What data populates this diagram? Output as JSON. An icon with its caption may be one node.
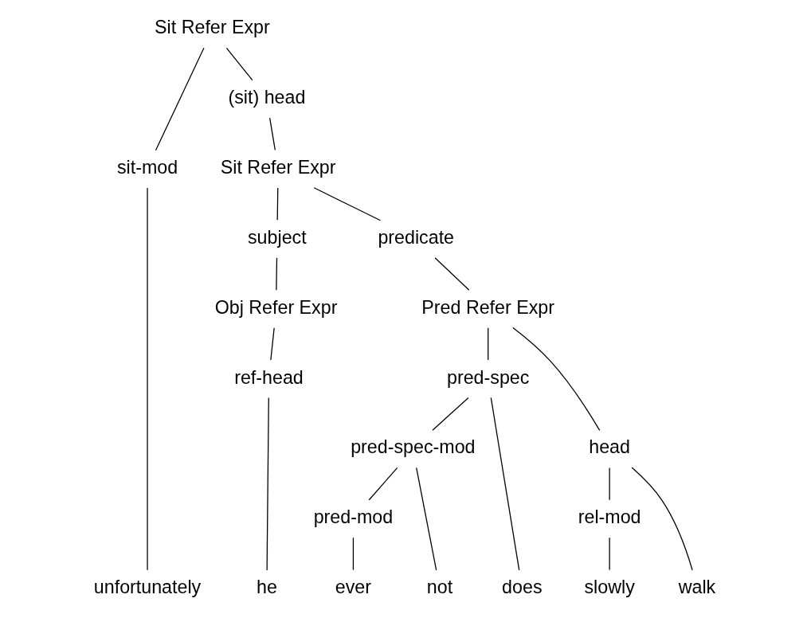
{
  "diagram": {
    "nodes": [
      {
        "text": [
          "Sit Refer Expr"
        ]
      },
      {
        "text": [
          "sit-mod"
        ]
      },
      {
        "text": [
          "(sit) head"
        ]
      },
      {
        "text": [
          "Sit Refer Expr"
        ]
      },
      {
        "text": [
          "subject"
        ]
      },
      {
        "text": [
          "predicate"
        ]
      },
      {
        "text": [
          "Obj Refer Expr"
        ]
      },
      {
        "text": [
          "Pred Refer Expr"
        ]
      },
      {
        "text": [
          "ref-head"
        ]
      },
      {
        "text": [
          "pred-spec"
        ]
      },
      {
        "text": [
          "head"
        ]
      },
      {
        "text": [
          "pred-spec-mod"
        ]
      },
      {
        "text": [
          "pred-mod"
        ]
      },
      {
        "text": [
          "rel-mod"
        ]
      },
      {
        "text": [
          "unfortunately"
        ]
      },
      {
        "text": [
          "he"
        ]
      },
      {
        "text": [
          "does"
        ]
      },
      {
        "text": [
          "not"
        ]
      },
      {
        "text": [
          "ever"
        ]
      },
      {
        "text": [
          "walk"
        ]
      },
      {
        "text": [
          "slowly"
        ]
      }
    ],
    "edges": [
      {
        "from": 0,
        "to": 1,
        "arrow": "none"
      },
      {
        "from": 0,
        "to": 2,
        "arrow": "none"
      },
      {
        "from": 2,
        "to": 3,
        "arrow": "none"
      },
      {
        "from": 3,
        "to": 4,
        "arrow": "none"
      },
      {
        "from": 3,
        "to": 5,
        "arrow": "none"
      },
      {
        "from": 4,
        "to": 6,
        "arrow": "none"
      },
      {
        "from": 5,
        "to": 7,
        "arrow": "none"
      },
      {
        "from": 6,
        "to": 8,
        "arrow": "none"
      },
      {
        "from": 7,
        "to": 9,
        "arrow": "none"
      },
      {
        "from": 7,
        "to": 10,
        "arrow": "none"
      },
      {
        "from": 1,
        "to": 14,
        "arrow": "none"
      },
      {
        "from": 8,
        "to": 15,
        "arrow": "none"
      },
      {
        "from": 9,
        "to": 16,
        "arrow": "none"
      },
      {
        "from": 9,
        "to": 11,
        "arrow": "none"
      },
      {
        "from": 11,
        "to": 17,
        "arrow": "none"
      },
      {
        "from": 11,
        "to": 12,
        "arrow": "none"
      },
      {
        "from": 12,
        "to": 18,
        "arrow": "none"
      },
      {
        "from": 10,
        "to": 19,
        "arrow": "none"
      },
      {
        "from": 10,
        "to": 13,
        "arrow": "none"
      },
      {
        "from": 13,
        "to": 20,
        "arrow": "none"
      }
    ]
  }
}
